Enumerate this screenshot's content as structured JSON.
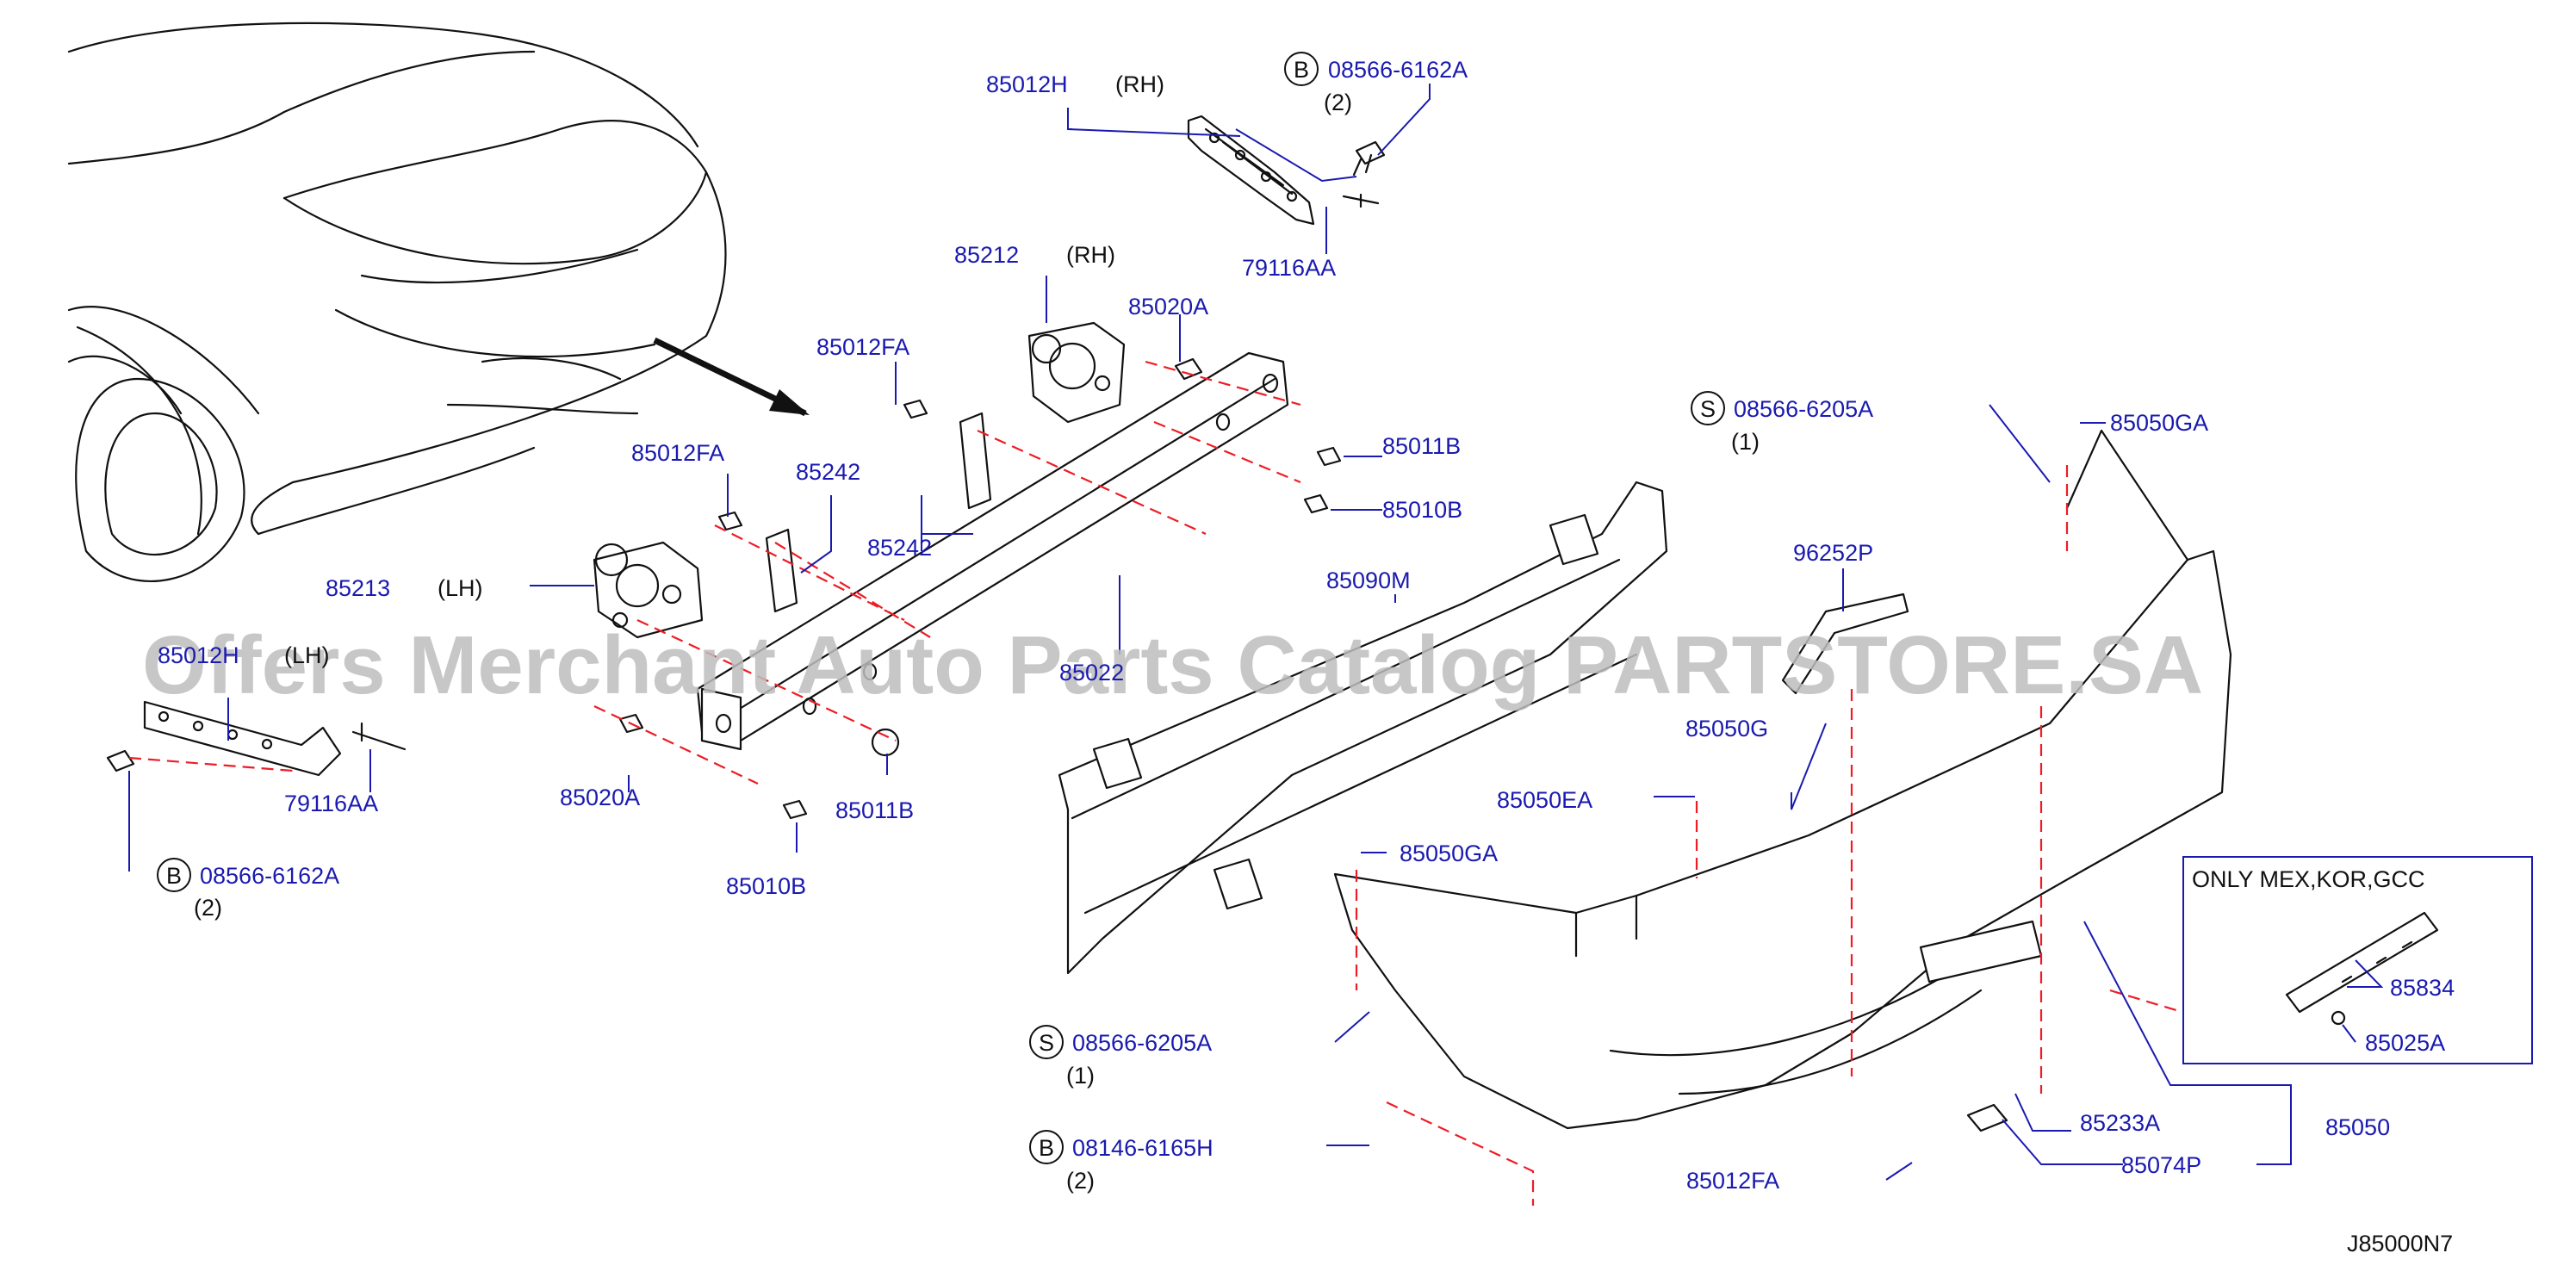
{
  "callouts": {
    "p85012H_rh": "85012H",
    "rh_1": "(RH)",
    "b_bolt_top": "08566-6162A",
    "qty_top": "(2)",
    "p79116AA_top": "79116AA",
    "p85212": "85212",
    "rh_2": "(RH)",
    "p85020A_top": "85020A",
    "p85012FA_1": "85012FA",
    "p85011B_right": "85011B",
    "p85010B_right": "85010B",
    "p85012FA_2": "85012FA",
    "p85242_top": "85242",
    "p85242_bot": "85242",
    "p85213": "85213",
    "lh_1": "(LH)",
    "p85022": "85022",
    "p85012H_lh": "85012H",
    "lh_2": "(LH)",
    "p79116AA_left": "79116AA",
    "b_bolt_left": "08566-6162A",
    "qty_left": "(2)",
    "p85020A_bot": "85020A",
    "p85011B_bot": "85011B",
    "p85010B_bot": "85010B",
    "p85090M": "85090M",
    "s_screw_top": "08566-6205A",
    "qty_s_top": "(1)",
    "p96252P": "96252P",
    "p85050G": "85050G",
    "p85050GA_top": "85050GA",
    "p85050EA": "85050EA",
    "p85050GA_mid": "85050GA",
    "s_screw_bot": "08566-6205A",
    "qty_s_bot": "(1)",
    "b_bolt_bot": "08146-6165H",
    "qty_b_bot": "(2)",
    "p85012FA_3": "85012FA",
    "p85233A": "85233A",
    "p85074P": "85074P",
    "p85050": "85050"
  },
  "circle_letters": {
    "b": "B",
    "s": "S"
  },
  "inset": {
    "title": "ONLY    MEX,KOR,GCC",
    "p85834": "85834",
    "p85025A": "85025A"
  },
  "watermark": "Offers Merchant Auto Parts Catalog PARTSTORE.SA",
  "diagram_code": "J85000N7",
  "colors": {
    "part_number": "#1a1ab0",
    "dashed_guide": "#ee1c25",
    "outline": "#111111"
  }
}
